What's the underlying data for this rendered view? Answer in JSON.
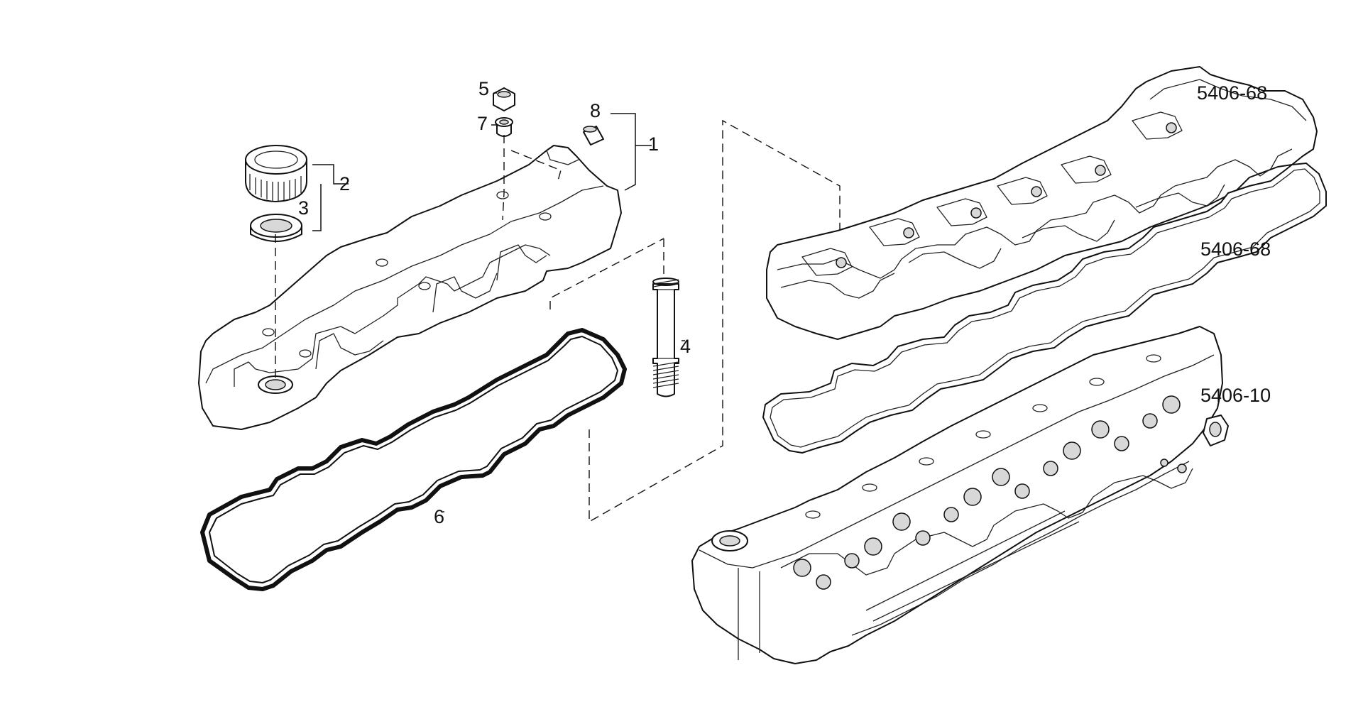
{
  "callouts": {
    "p1": "1",
    "p2": "2",
    "p3": "3",
    "p4": "4",
    "p5": "5",
    "p6": "6",
    "p7": "7",
    "p8": "8"
  },
  "references": {
    "ref_top_cover": "5406-68",
    "ref_gasket": "5406-68",
    "ref_cylinder_head": "5406-10"
  }
}
